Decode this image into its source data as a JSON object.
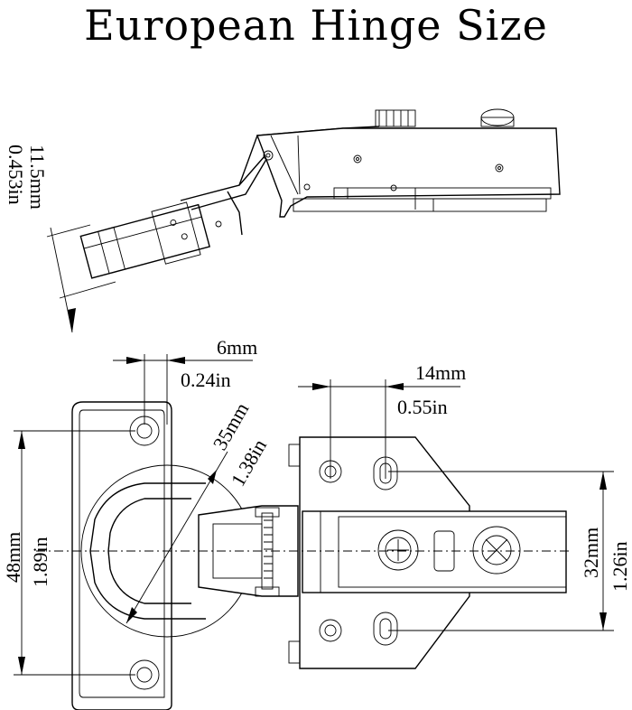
{
  "title": "European Hinge Size",
  "dimensions": {
    "cup_depth_mm": "11.5mm",
    "cup_depth_in": "0.453in",
    "cup_offset_mm": "6mm",
    "cup_offset_in": "0.24in",
    "plate_hole_mm": "14mm",
    "plate_hole_in": "0.55in",
    "cup_diameter_mm": "35mm",
    "cup_diameter_in": "1.38in",
    "hole_spacing_mm": "48mm",
    "hole_spacing_in": "1.89in",
    "plate_spacing_mm": "32mm",
    "plate_spacing_in": "1.26in"
  },
  "colors": {
    "line": "#000000",
    "background": "#ffffff"
  }
}
